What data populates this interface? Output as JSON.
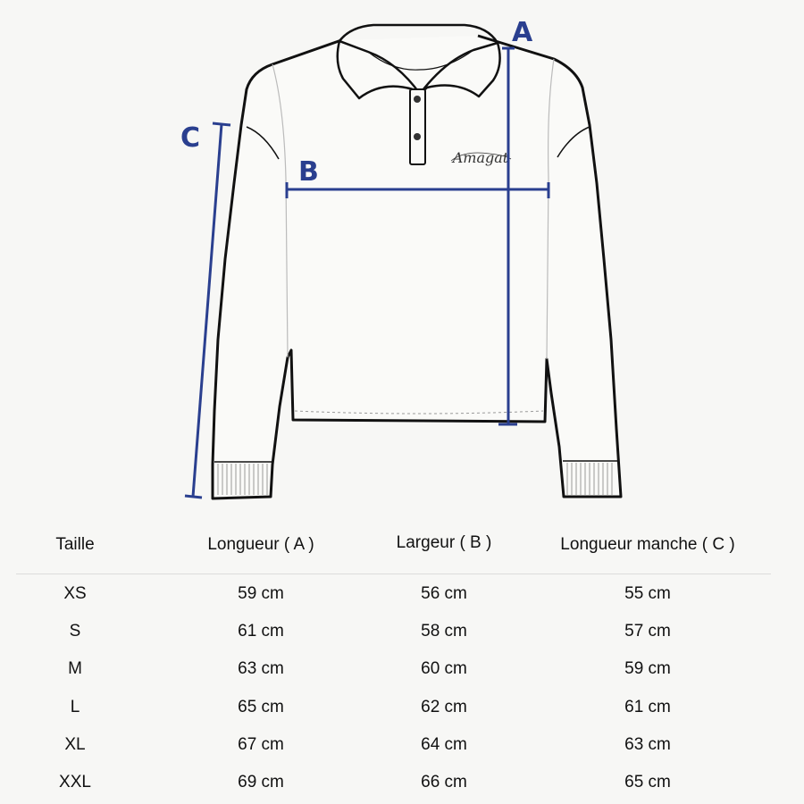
{
  "diagram": {
    "labels": {
      "a": "A",
      "b": "B",
      "c": "C"
    },
    "logo_text": "Amagat",
    "line_color": "#2a3f8f"
  },
  "table": {
    "headers": [
      "Taille",
      "Longueur ( A )",
      "Largeur ( B )",
      "Longueur manche ( C )"
    ],
    "rows": [
      [
        "XS",
        "59 cm",
        "56 cm",
        "55 cm"
      ],
      [
        "S",
        "61 cm",
        "58 cm",
        "57 cm"
      ],
      [
        "M",
        "63 cm",
        "60 cm",
        "59 cm"
      ],
      [
        "L",
        "65 cm",
        "62 cm",
        "61 cm"
      ],
      [
        "XL",
        "67 cm",
        "64 cm",
        "63 cm"
      ],
      [
        "XXL",
        "69 cm",
        "66 cm",
        "65 cm"
      ]
    ]
  }
}
